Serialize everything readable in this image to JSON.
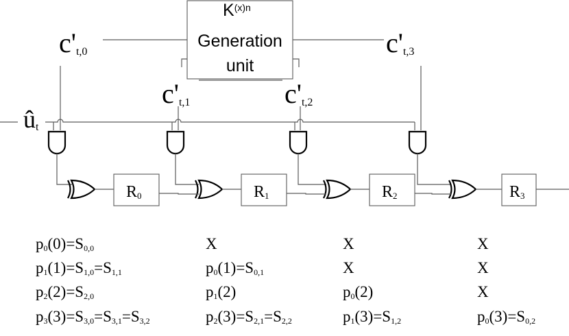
{
  "generator": {
    "title_base": "K",
    "title_sup": "(x)n",
    "line1": "Generation",
    "line2": "unit"
  },
  "coefficients": [
    {
      "base": "c'",
      "sub": "t,0"
    },
    {
      "base": "c'",
      "sub": "t,1"
    },
    {
      "base": "c'",
      "sub": "t,2"
    },
    {
      "base": "c'",
      "sub": "t,3"
    }
  ],
  "input": {
    "base": "û",
    "sub": "t"
  },
  "registers": [
    {
      "base": "R",
      "sub": "0"
    },
    {
      "base": "R",
      "sub": "1"
    },
    {
      "base": "R",
      "sub": "2"
    },
    {
      "base": "R",
      "sub": "3"
    }
  ],
  "table": [
    [
      [
        {
          "t": "p"
        },
        {
          "s": "0"
        },
        {
          "t": "(0)=S"
        },
        {
          "s": "0,0"
        }
      ],
      [
        {
          "t": "X"
        }
      ],
      [
        {
          "t": "X"
        }
      ],
      [
        {
          "t": "X"
        }
      ]
    ],
    [
      [
        {
          "t": "p"
        },
        {
          "s": "1"
        },
        {
          "t": "(1)=S"
        },
        {
          "s": "1,0"
        },
        {
          "t": "=S"
        },
        {
          "s": "1,1"
        }
      ],
      [
        {
          "t": "p"
        },
        {
          "s": "0"
        },
        {
          "t": "(1)=S"
        },
        {
          "s": "0,1"
        }
      ],
      [
        {
          "t": "X"
        }
      ],
      [
        {
          "t": "X"
        }
      ]
    ],
    [
      [
        {
          "t": "p"
        },
        {
          "s": "2"
        },
        {
          "t": "(2)=S"
        },
        {
          "s": "2,0"
        }
      ],
      [
        {
          "t": "p"
        },
        {
          "s": "1"
        },
        {
          "t": "(2)"
        }
      ],
      [
        {
          "t": "p"
        },
        {
          "s": "0"
        },
        {
          "t": "(2)"
        }
      ],
      [
        {
          "t": "X"
        }
      ]
    ],
    [
      [
        {
          "t": "p"
        },
        {
          "s": "3"
        },
        {
          "t": "(3)=S"
        },
        {
          "s": "3,0"
        },
        {
          "t": "=S"
        },
        {
          "s": "3,1"
        },
        {
          "t": "=S"
        },
        {
          "s": "3,2"
        }
      ],
      [
        {
          "t": "p"
        },
        {
          "s": "2"
        },
        {
          "t": "(3)=S"
        },
        {
          "s": "2,1"
        },
        {
          "t": "=S"
        },
        {
          "s": "2,2"
        }
      ],
      [
        {
          "t": "p"
        },
        {
          "s": "1"
        },
        {
          "t": "(3)=S"
        },
        {
          "s": "1,2"
        }
      ],
      [
        {
          "t": "p"
        },
        {
          "s": "0"
        },
        {
          "t": "(3)=S"
        },
        {
          "s": "0,2"
        }
      ]
    ]
  ]
}
